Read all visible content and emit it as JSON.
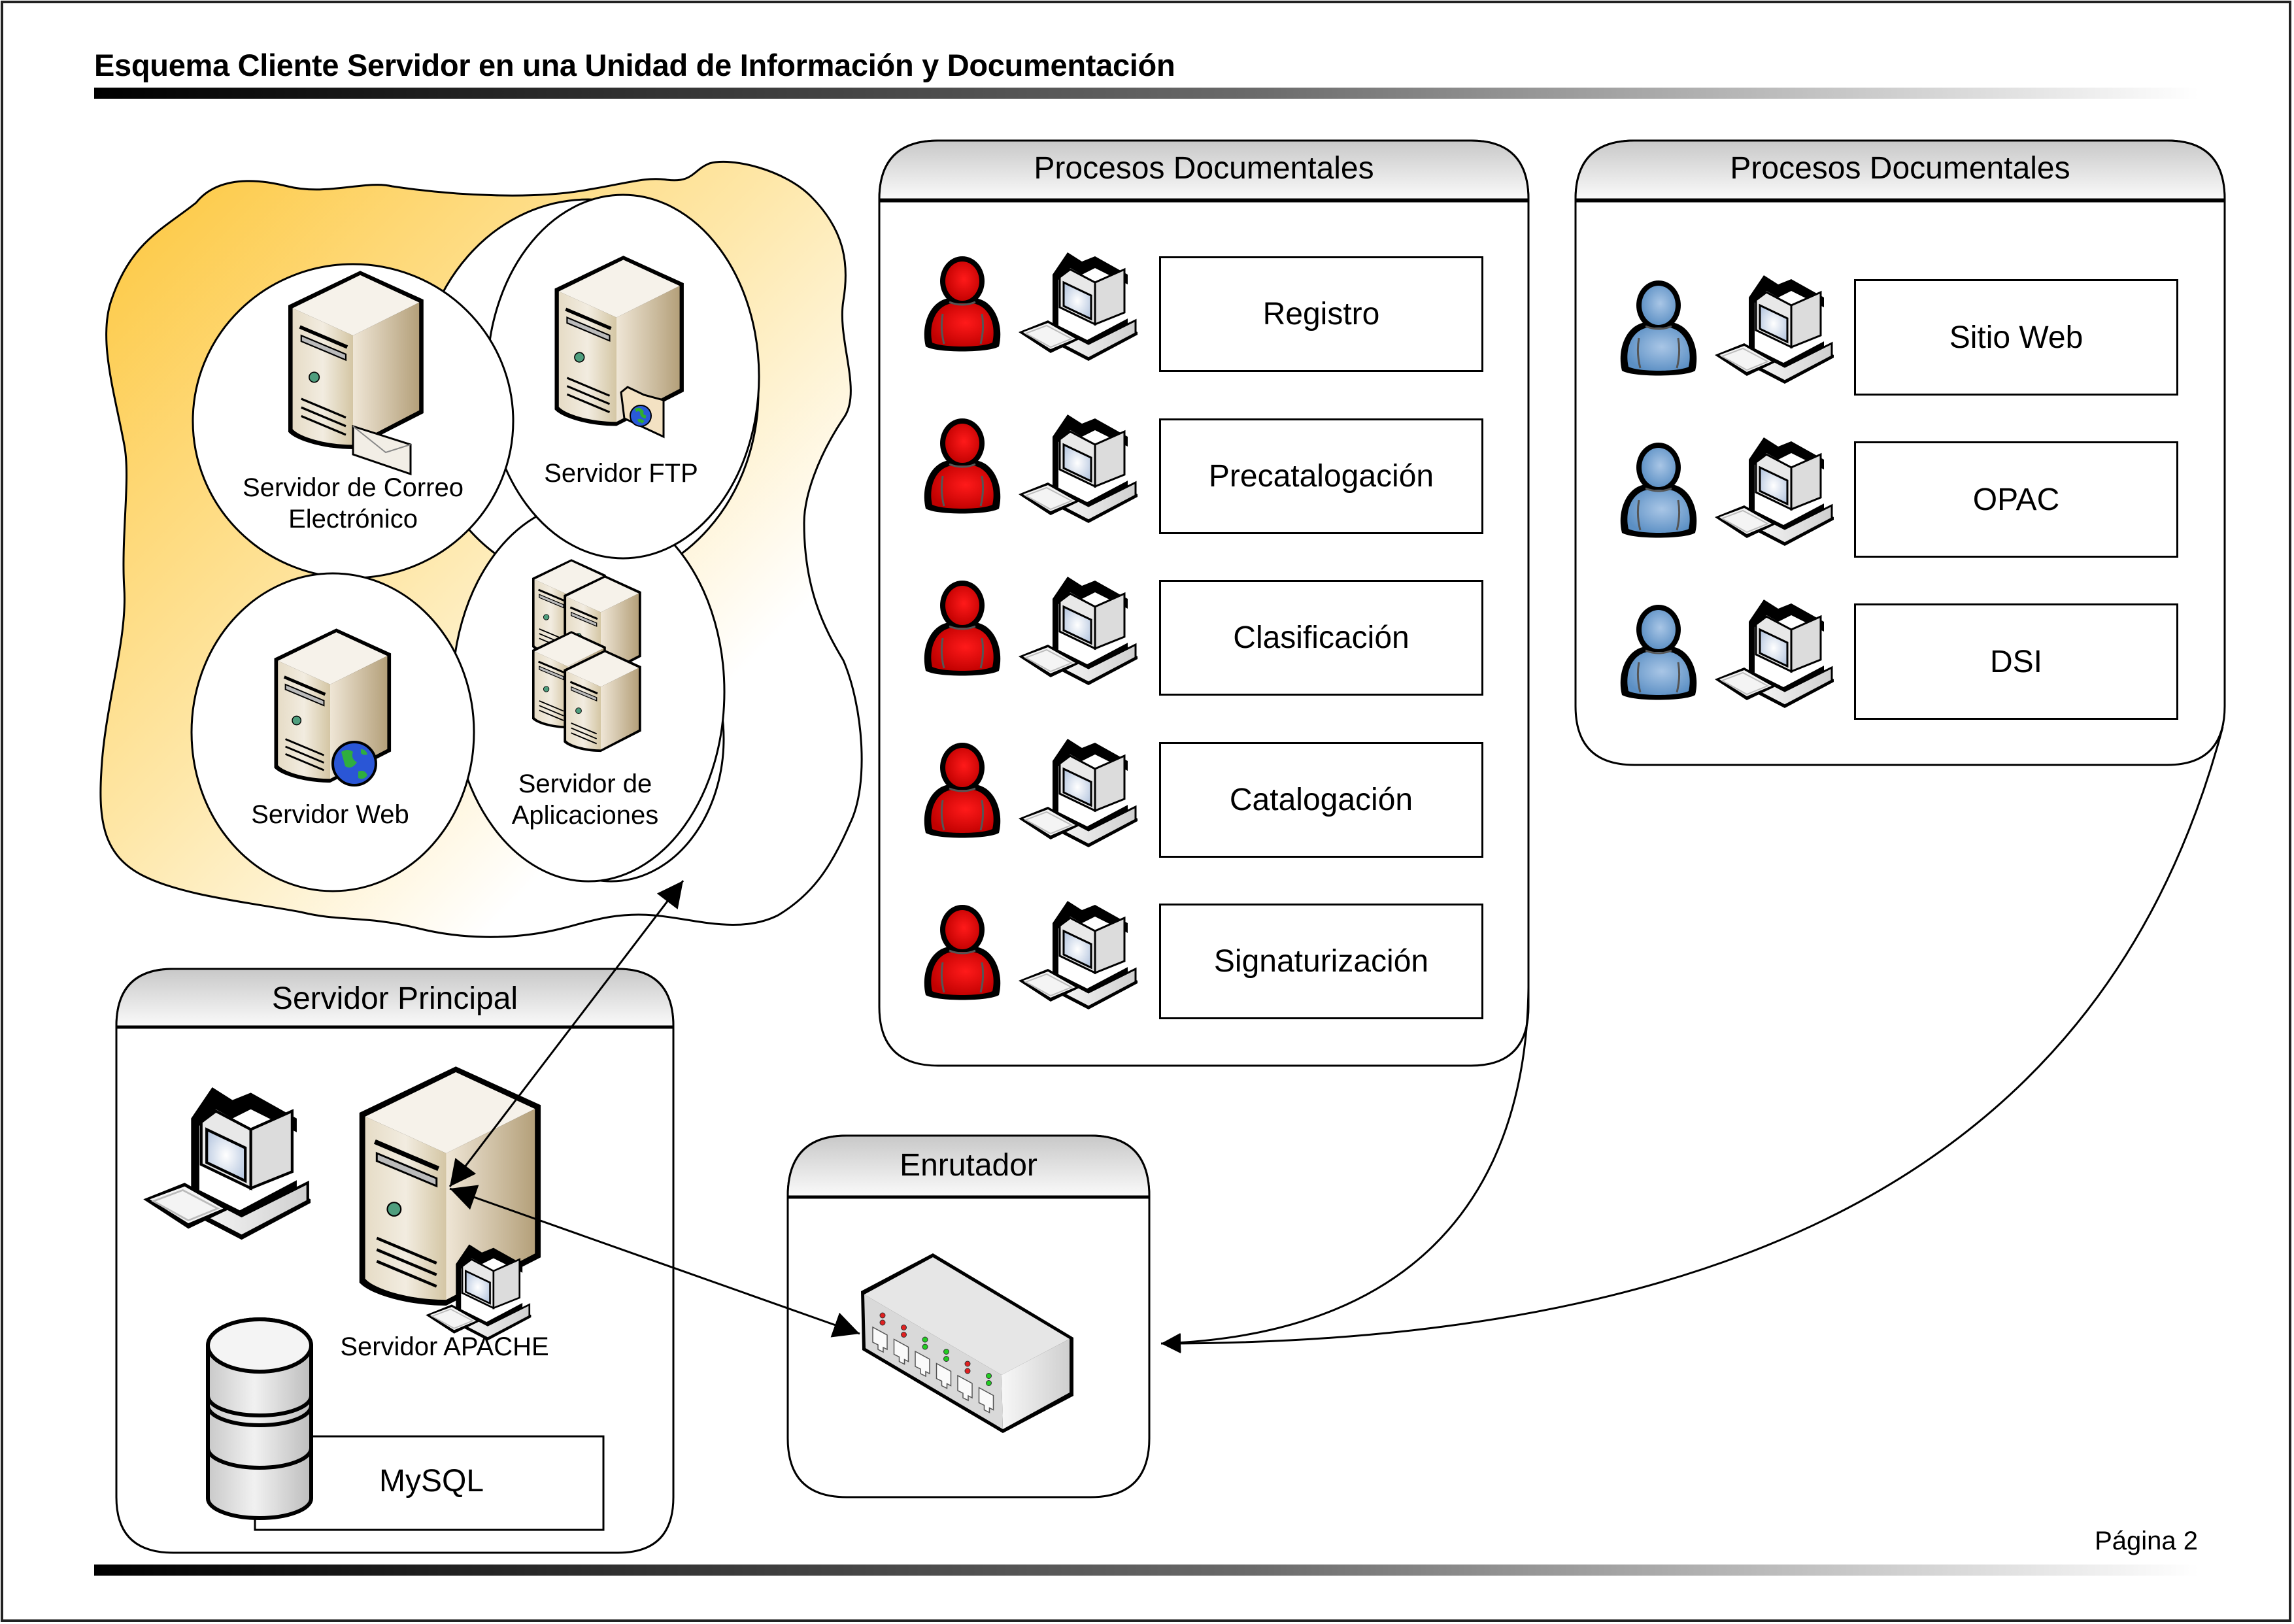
{
  "page": {
    "title": "Esquema Cliente Servidor en una Unidad de Información y Documentación",
    "page_label": "Página 2"
  },
  "server_cloud": {
    "fill_color": "#FDC63A",
    "servers": [
      {
        "label_line1": "Servidor de Correo",
        "label_line2": "Electrónico",
        "icon": "mail-server-icon"
      },
      {
        "label_line1": "Servidor FTP",
        "label_line2": "",
        "icon": "ftp-server-icon"
      },
      {
        "label_line1": "Servidor Web",
        "label_line2": "",
        "icon": "web-server-icon"
      },
      {
        "label_line1": "Servidor de",
        "label_line2": "Aplicaciones",
        "icon": "application-servers-icon"
      }
    ]
  },
  "panels": {
    "internal_processes": {
      "title": "Procesos Documentales",
      "user_color": "#E00000",
      "items": [
        "Registro",
        "Precatalogación",
        "Clasificación",
        "Catalogación",
        "Signaturización"
      ]
    },
    "public_processes": {
      "title": "Procesos Documentales",
      "user_color": "#6C9FD0",
      "items": [
        "Sitio Web",
        "OPAC",
        "DSI"
      ]
    },
    "main_server": {
      "title": "Servidor Principal",
      "server_label": "Servidor APACHE",
      "database_label": "MySQL"
    },
    "router": {
      "title": "Enrutador",
      "port_leds": [
        "red",
        "red",
        "green",
        "green",
        "red",
        "green"
      ]
    }
  },
  "colors": {
    "led_red": "#E02020",
    "led_green": "#22CC22",
    "server_beige": "#D8CBAE"
  }
}
